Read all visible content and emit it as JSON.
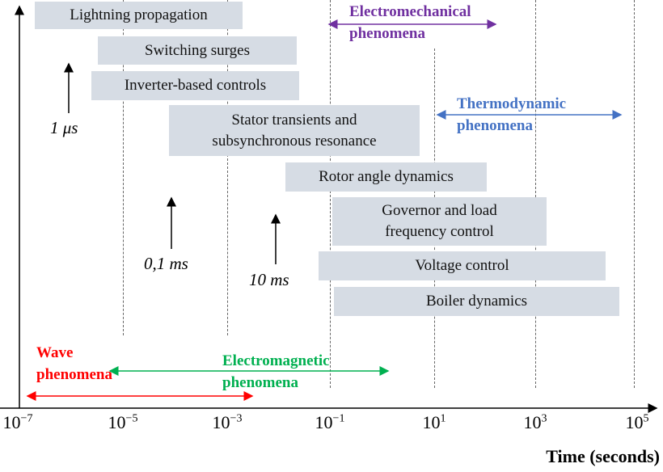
{
  "boxes": [
    {
      "label": "Lightning propagation"
    },
    {
      "label": "Switching surges"
    },
    {
      "label": "Inverter-based controls"
    },
    {
      "label": "Stator transients and subsynchronous resonance"
    },
    {
      "label": "Rotor angle dynamics"
    },
    {
      "label": "Governor and load frequency control"
    },
    {
      "label": "Voltage control"
    },
    {
      "label": "Boiler dynamics"
    }
  ],
  "phenomena": {
    "electromechanical": {
      "line1": "Electromechanical",
      "line2": "phenomena",
      "color": "#7030a0"
    },
    "thermodynamic": {
      "line1": "Thermodynamic",
      "line2": "phenomena",
      "color": "#4472c4"
    },
    "wave": {
      "line1": "Wave",
      "line2": "phenomena",
      "color": "#ff0000"
    },
    "electromagnetic": {
      "line1": "Electromagnetic",
      "line2": "phenomena",
      "color": "#00b050"
    }
  },
  "markers": [
    {
      "label": "1 μs"
    },
    {
      "label": "0,1 ms"
    },
    {
      "label": "10 ms"
    }
  ],
  "axis": {
    "ticks": [
      {
        "base": "10",
        "exp": "−7"
      },
      {
        "base": "10",
        "exp": "−5"
      },
      {
        "base": "10",
        "exp": "−3"
      },
      {
        "base": "10",
        "exp": "−1"
      },
      {
        "base": "10",
        "exp": "1"
      },
      {
        "base": "10",
        "exp": "3"
      },
      {
        "base": "10",
        "exp": "5"
      }
    ],
    "xlabel": "Time (seconds)"
  }
}
